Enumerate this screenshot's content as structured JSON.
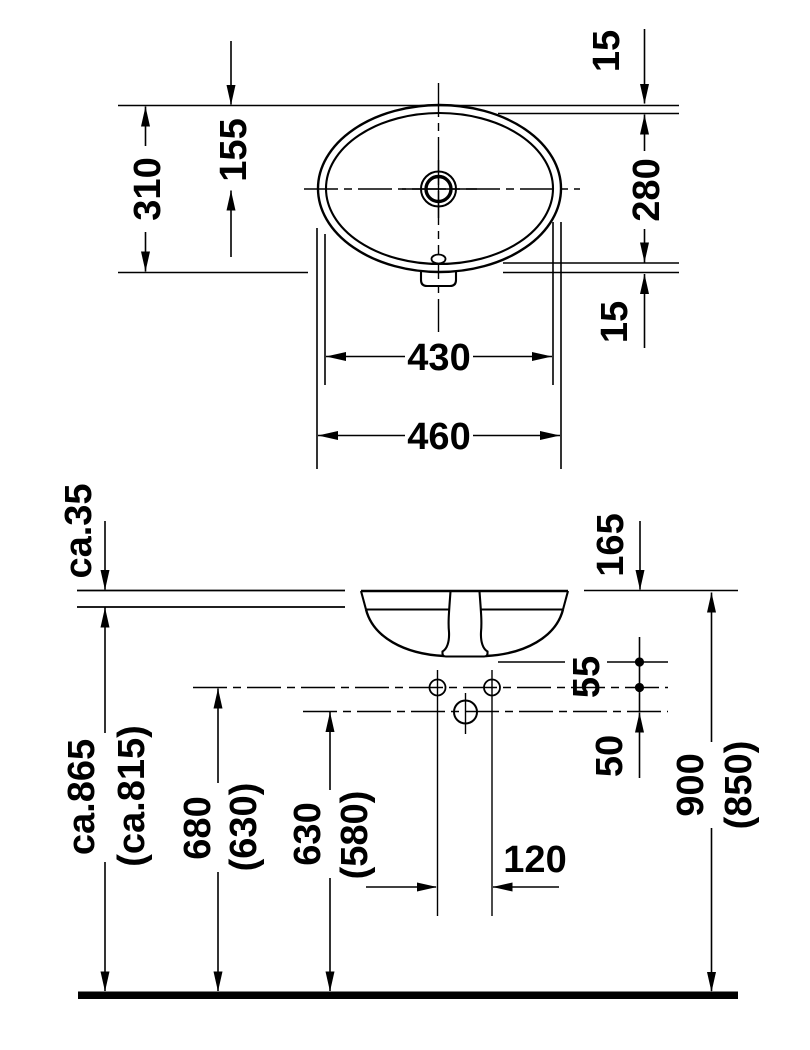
{
  "drawing": {
    "title": "washbasin-dimension-drawing",
    "top_view": {
      "d310": "310",
      "d155": "155",
      "d15_top": "15",
      "d280": "280",
      "d15_bot": "15",
      "d430": "430",
      "d460": "460"
    },
    "front_view": {
      "ca35": "ca.35",
      "d165": "165",
      "d55": "55",
      "d50": "50",
      "ca865": "ca.865",
      "ca815": "(ca.815)",
      "d680": "680",
      "d630_alt": "(630)",
      "d630": "630",
      "d580_alt": "(580)",
      "d120": "120",
      "d900": "900",
      "d850_alt": "(850)"
    },
    "line_color": "#000000",
    "background_color": "#ffffff"
  }
}
